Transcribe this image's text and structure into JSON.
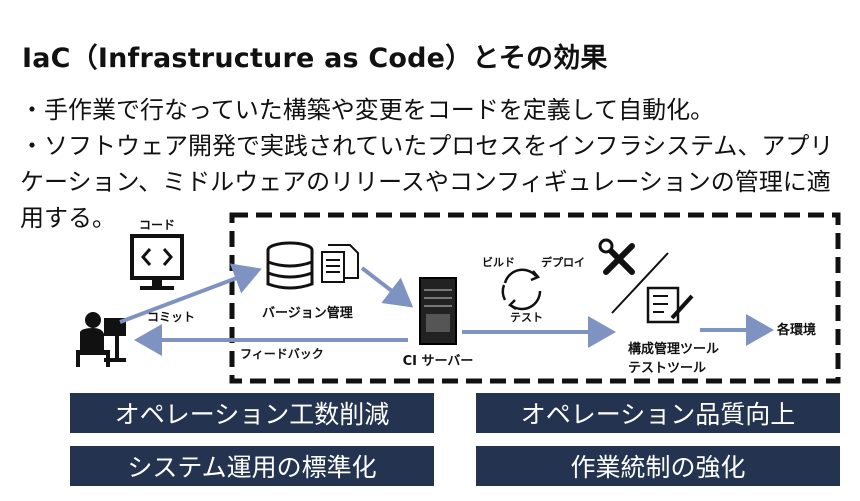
{
  "title": "IaC（Infrastructure as Code）とその効果",
  "bullets": [
    "・手作業で行なっていた構築や変更をコードを定義して自動化。",
    "・ソフトウェア開発で実践されていたプロセスをインフラシステム、アプリケーション、ミドルウェアのリリースやコンフィギュレーションの管理に適用する。"
  ],
  "diagram": {
    "code": "コード",
    "commit": "コミット",
    "feedback": "フィードバック",
    "vcs": "バージョン管理",
    "ci_server": "CI サーバー",
    "build": "ビルド",
    "deploy": "デプロイ",
    "test": "テスト",
    "tools_line1": "構成管理ツール",
    "tools_line2": "テストツール",
    "environments": "各環境"
  },
  "effects": [
    "オペレーション工数削減",
    "オペレーション品質向上",
    "システム運用の標準化",
    "作業統制の強化"
  ],
  "colors": {
    "arrow": "#7f93c2",
    "box_fill": "#243450",
    "dark": "#111111"
  }
}
